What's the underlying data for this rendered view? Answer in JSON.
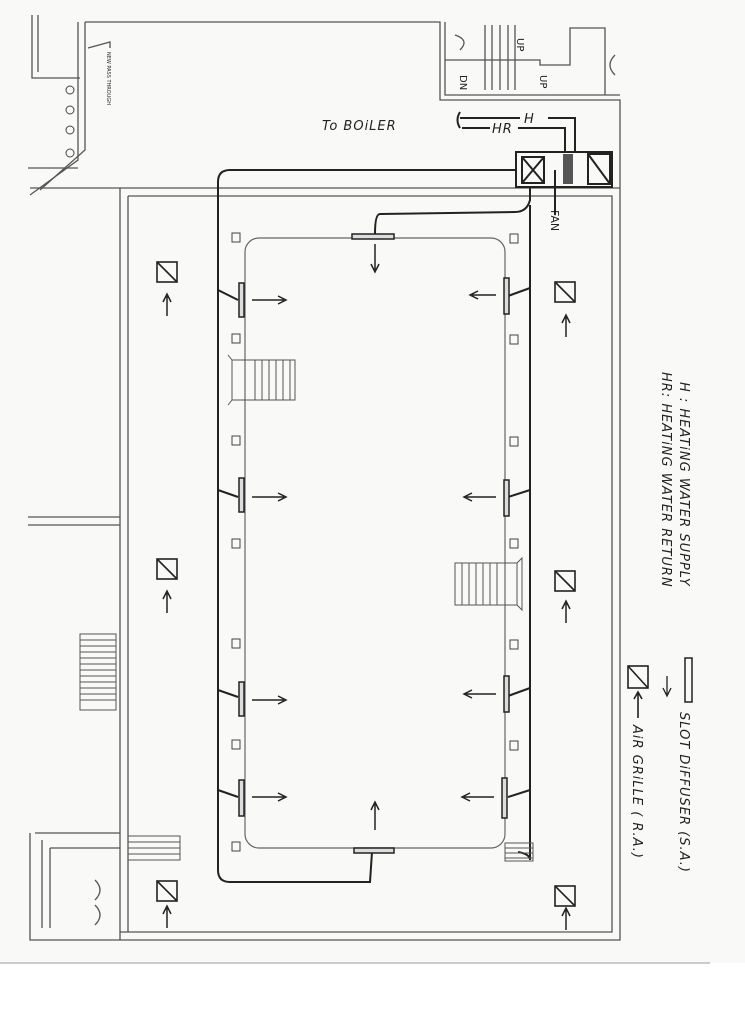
{
  "labels": {
    "pass_through": "NEW PASS THROUGH",
    "to_boiler": "To BOiLER",
    "h_line": "H",
    "hr_line": "HR",
    "fan": "FAN",
    "stair_dn": "DN",
    "stair_up_1": "UP",
    "stair_up_2": "UP"
  },
  "legend": {
    "h": "H : HEATiNG WATER SUPPLY",
    "hr": "HR: HEATiNG WATER RETURN",
    "slot_diffuser": "SLOT DiFFUSER (S.A.)",
    "air_grille": "AiR GRiLLE ( R.A.)"
  }
}
